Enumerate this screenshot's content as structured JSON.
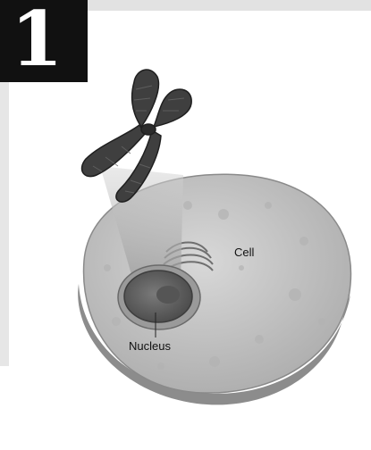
{
  "chapter_number": "1",
  "labels": {
    "cell": "Cell",
    "nucleus": "Nucleus"
  },
  "colors": {
    "number_box": "#111111",
    "number_text": "#ffffff",
    "cell_fill": "#c9c9c9",
    "nucleus_fill": "#6a6a6a",
    "chromosome": "#3a3a3a"
  }
}
